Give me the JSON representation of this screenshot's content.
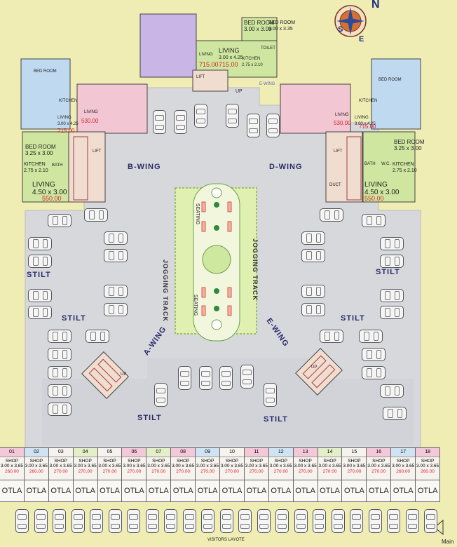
{
  "compass": {
    "north": "N",
    "east": "E",
    "south": "S"
  },
  "wings": {
    "b": "B-WING",
    "d": "D-WING",
    "a": "A-WING",
    "e": "E-WING"
  },
  "labels": {
    "stilt": "STILT",
    "jogging_track": "JOGGING TRACK",
    "seating": "SEATING",
    "up": "UP",
    "lift": "LIFT",
    "visitors_layout": "VISITORS LAYOTE",
    "main": "Main",
    "e_wing_small": "E-WING"
  },
  "top_flat": {
    "bed_room_1": "BED ROOM",
    "bed_room_1_dim": "3.00 x 3.00",
    "bed_room_2": "BED ROOM",
    "bed_room_2_dim": "3.00 x 3.35",
    "toilet": "TOILET",
    "kitchen": "KITCHEN",
    "kitchen_dim": "2.75 x 2.10",
    "living": "LIVING",
    "living_dim": "3.00 x 4.25",
    "area": "715.00",
    "area_left": "715.00",
    "living_left": "LIVING"
  },
  "b_wing_flat": {
    "bed_room": "BED ROOM",
    "bed_room_dim": "3.25 x 3.00",
    "kitchen": "KITCHEN",
    "kitchen_dim": "2.75 x 2.10",
    "bath": "BATH",
    "living": "LIVING",
    "living_dim": "4.50 x 3.00",
    "area": "550.00",
    "upper_living": "LIVING",
    "upper_living_dim": "3.00 x 4.25",
    "upper_area": "715.00",
    "mid_living": "LIVING",
    "mid_area": "530.00",
    "upper_kitchen": "KITCHEN",
    "upper_bed": "BED ROOM"
  },
  "d_wing_flat": {
    "bed_room": "BED ROOM",
    "bed_room_dim": "3.25 x 3.00",
    "kitchen": "KITCHEN",
    "kitchen_dim": "2.75 x 2.10",
    "bath": "BATH",
    "wc": "W.C.",
    "duct": "DUCT",
    "living": "LIVING",
    "living_dim": "4.50 x 3.00",
    "area": "550.00",
    "upper_living": "LIVING",
    "upper_living_dim": "3.00 x 4.25",
    "upper_area": "715.00",
    "mid_living": "LIVING",
    "mid_area": "530.00",
    "upper_kitchen": "KITCHEN",
    "upper_bed": "BED ROOM"
  },
  "shops": [
    {
      "no": "01",
      "name": "SHOP",
      "dim": "3.00 x 3.65",
      "area": "260.00",
      "color": "#f3c8d8"
    },
    {
      "no": "02",
      "name": "SHOP",
      "dim": "3.00 x 3.65",
      "area": "260.00",
      "color": "#cfe3f3"
    },
    {
      "no": "03",
      "name": "SHOP",
      "dim": "3.00 x 3.65",
      "area": "270.00",
      "color": "#f6f3ee"
    },
    {
      "no": "04",
      "name": "SHOP",
      "dim": "3.00 x 3.65",
      "area": "270.00",
      "color": "#e3efc8"
    },
    {
      "no": "05",
      "name": "SHOP",
      "dim": "3.00 x 3.65",
      "area": "270.00",
      "color": "#f6f3ee"
    },
    {
      "no": "06",
      "name": "SHOP",
      "dim": "3.00 x 3.65",
      "area": "270.00",
      "color": "#f3c8d8"
    },
    {
      "no": "07",
      "name": "SHOP",
      "dim": "3.00 x 3.65",
      "area": "270.00",
      "color": "#e3efc8"
    },
    {
      "no": "08",
      "name": "SHOP",
      "dim": "3.00 x 3.65",
      "area": "270.00",
      "color": "#f3c8d8"
    },
    {
      "no": "09",
      "name": "SHOP",
      "dim": "3.00 x 3.65",
      "area": "270.00",
      "color": "#cfe3f3"
    },
    {
      "no": "10",
      "name": "SHOP",
      "dim": "3.00 x 3.65",
      "area": "270.00",
      "color": "#f6f3ee"
    },
    {
      "no": "11",
      "name": "SHOP",
      "dim": "3.00 x 3.65",
      "area": "270.00",
      "color": "#f3c8d8"
    },
    {
      "no": "12",
      "name": "SHOP",
      "dim": "3.00 x 3.65",
      "area": "270.00",
      "color": "#cfe3f3"
    },
    {
      "no": "13",
      "name": "SHOP",
      "dim": "3.00 x 3.65",
      "area": "270.00",
      "color": "#f3c8d8"
    },
    {
      "no": "14",
      "name": "SHOP",
      "dim": "3.00 x 3.65",
      "area": "270.00",
      "color": "#e3efc8"
    },
    {
      "no": "15",
      "name": "SHOP",
      "dim": "3.00 x 3.65",
      "area": "270.00",
      "color": "#f6f3ee"
    },
    {
      "no": "16",
      "name": "SHOP",
      "dim": "3.00 x 3.65",
      "area": "270.00",
      "color": "#f3c8d8"
    },
    {
      "no": "17",
      "name": "SHOP",
      "dim": "3.00 x 3.65",
      "area": "260.00",
      "color": "#cfe3f3"
    },
    {
      "no": "18",
      "name": "SHOP",
      "dim": "3.00 x 3.65",
      "area": "260.00",
      "color": "#f3c8d8"
    }
  ],
  "otla": "OTLA",
  "colors": {
    "background": "#efecb4",
    "paving": "#d7d8dc",
    "park": "#dff0b0",
    "flat_purple": "#c9b6e6",
    "flat_blue": "#bfd9f0",
    "flat_green": "#cfe6a0",
    "flat_pink": "#f3c6d3",
    "area_red": "#d2232a"
  }
}
